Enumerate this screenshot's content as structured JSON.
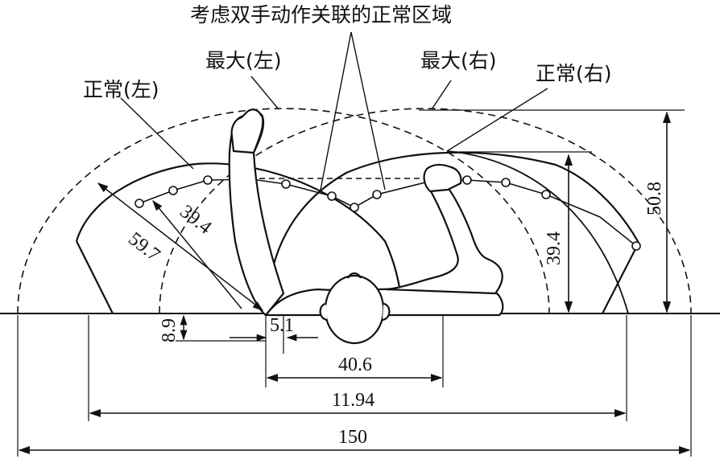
{
  "labels": {
    "coordinated_zone": "考虑双手动作关联的正常区域",
    "max_left": "最大(左)",
    "max_right": "最大(右)",
    "normal_left": "正常(左)",
    "normal_right": "正常(右)"
  },
  "dimensions": {
    "total_width": "150",
    "normal_span": "11.94",
    "shoulder_span": "40.6",
    "offset_small": "5.1",
    "elbow_height": "8.9",
    "max_reach_left": "59.7",
    "normal_reach_left": "39.4",
    "normal_height_right": "39.4",
    "max_height_right": "50.8"
  }
}
